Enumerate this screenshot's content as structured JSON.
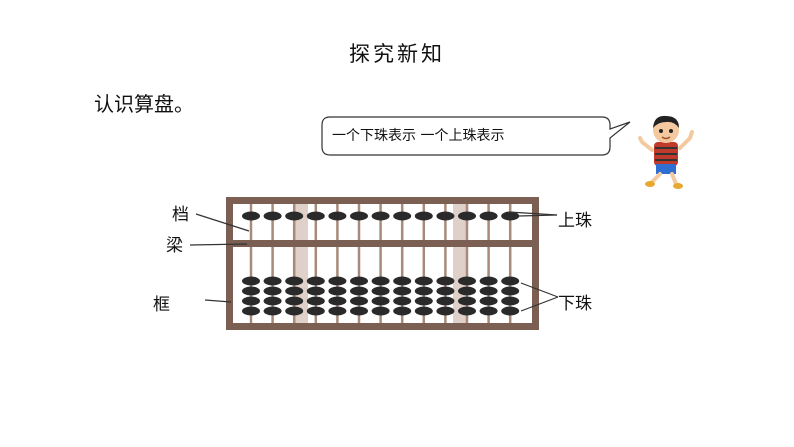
{
  "heading": "探究新知",
  "subheading": "认识算盘。",
  "bubble_text": "一个下珠表示 一个上珠表示",
  "labels": {
    "rod": "档",
    "beam": "梁",
    "frame": "框",
    "upper_bead": "上珠",
    "lower_bead": "下珠"
  },
  "abacus": {
    "rods": 13,
    "upper_beads_per_rod": 1,
    "lower_beads_per_rod": 4
  },
  "colors": {
    "frame": "#7b5f52",
    "bead": "#2a2a2a",
    "rod": "#a88a7a",
    "frame_inner": "#ffffff"
  }
}
